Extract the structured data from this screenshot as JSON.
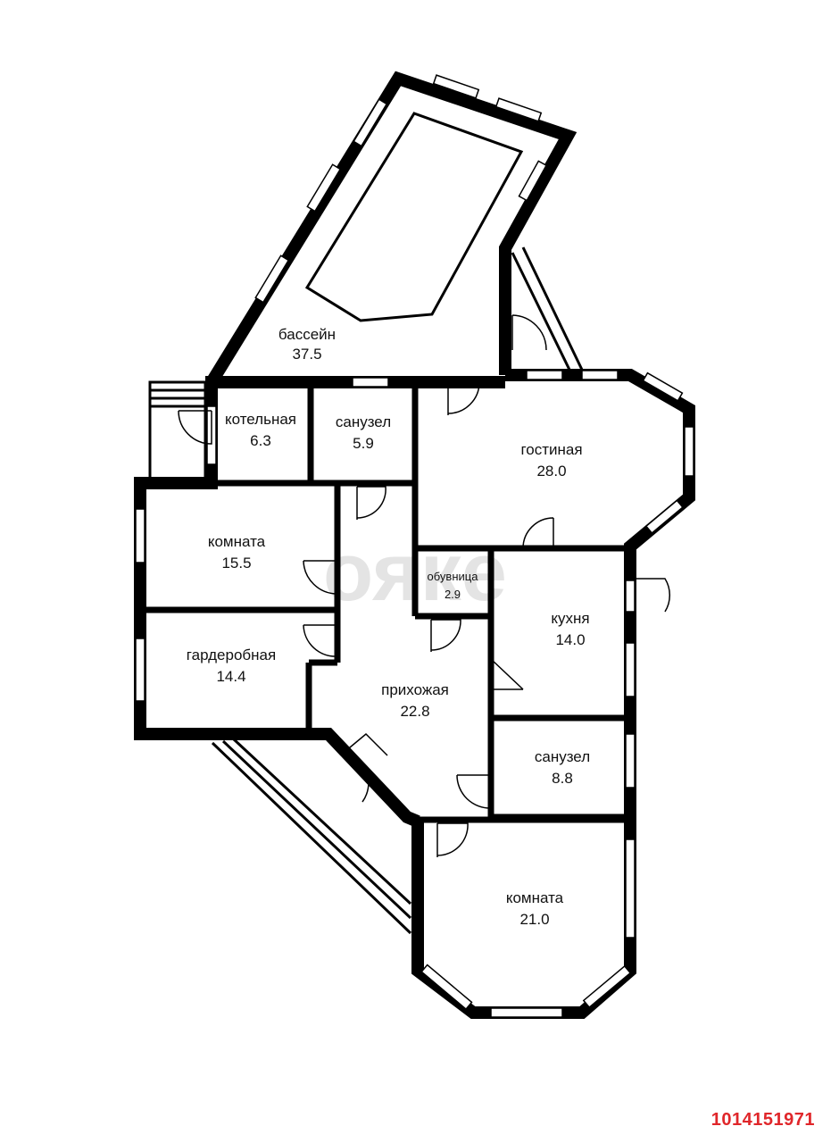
{
  "watermark": "ояке",
  "listing_id": "1014151971",
  "colors": {
    "wall": "#000000",
    "window": "#ffffff",
    "id": "#e0262a",
    "watermark": "#e4e4e4"
  },
  "rooms": [
    {
      "name": "бассейн",
      "area": "37.5"
    },
    {
      "name": "котельная",
      "area": "6.3"
    },
    {
      "name": "санузел",
      "area": "5.9"
    },
    {
      "name": "гостиная",
      "area": "28.0"
    },
    {
      "name": "комната",
      "area": "15.5"
    },
    {
      "name": "обувница",
      "area": "2.9"
    },
    {
      "name": "кухня",
      "area": "14.0"
    },
    {
      "name": "гардеробная",
      "area": "14.4"
    },
    {
      "name": "прихожая",
      "area": "22.8"
    },
    {
      "name": "санузел",
      "area": "8.8"
    },
    {
      "name": "комната",
      "area": "21.0"
    }
  ]
}
